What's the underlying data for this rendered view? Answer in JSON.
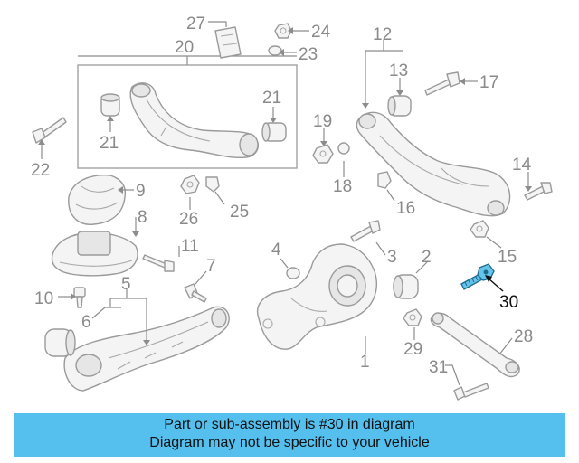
{
  "diagram": {
    "highlighted_ref": "30",
    "callouts": {
      "c1": "1",
      "c2": "2",
      "c3": "3",
      "c4": "4",
      "c5": "5",
      "c6": "6",
      "c7": "7",
      "c8": "8",
      "c9": "9",
      "c10": "10",
      "c11": "11",
      "c12": "12",
      "c13": "13",
      "c14": "14",
      "c15": "15",
      "c16": "16",
      "c17": "17",
      "c18": "18",
      "c19": "19",
      "c20": "20",
      "c21a": "21",
      "c21b": "21",
      "c22": "22",
      "c23": "23",
      "c24": "24",
      "c25": "25",
      "c26": "26",
      "c27": "27",
      "c28": "28",
      "c29": "29",
      "c30": "30",
      "c31": "31"
    }
  },
  "info_bar": {
    "line1": "Part or sub-assembly is #30 in diagram",
    "line2": "Diagram may not be specific to your vehicle",
    "color": "#55bfee"
  }
}
